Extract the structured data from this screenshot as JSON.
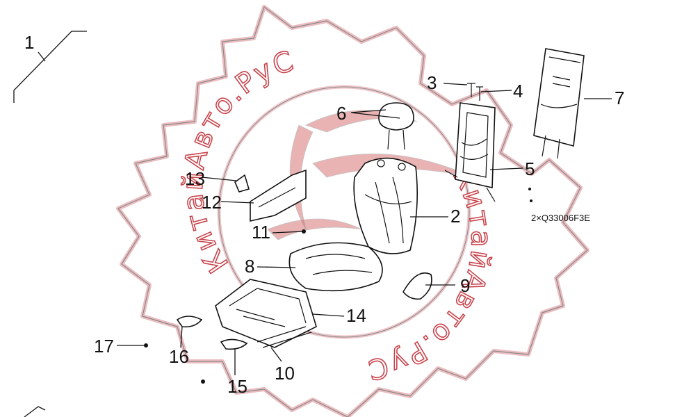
{
  "watermark": {
    "text_left": "КитайАвто.РуС",
    "text_right": "КитайАвто.РуС",
    "color": "#c8434b"
  },
  "callouts": [
    "1",
    "2",
    "3",
    "4",
    "5",
    "6",
    "7",
    "8",
    "9",
    "10",
    "11",
    "12",
    "13",
    "14",
    "15",
    "16",
    "17"
  ],
  "note": "2×Q33006F3E",
  "icons": [
    "gear-watermark-icon",
    "seat-cushion-icon",
    "seat-back-icon",
    "headrest-icon",
    "seat-frame-icon",
    "seat-track-icon"
  ]
}
